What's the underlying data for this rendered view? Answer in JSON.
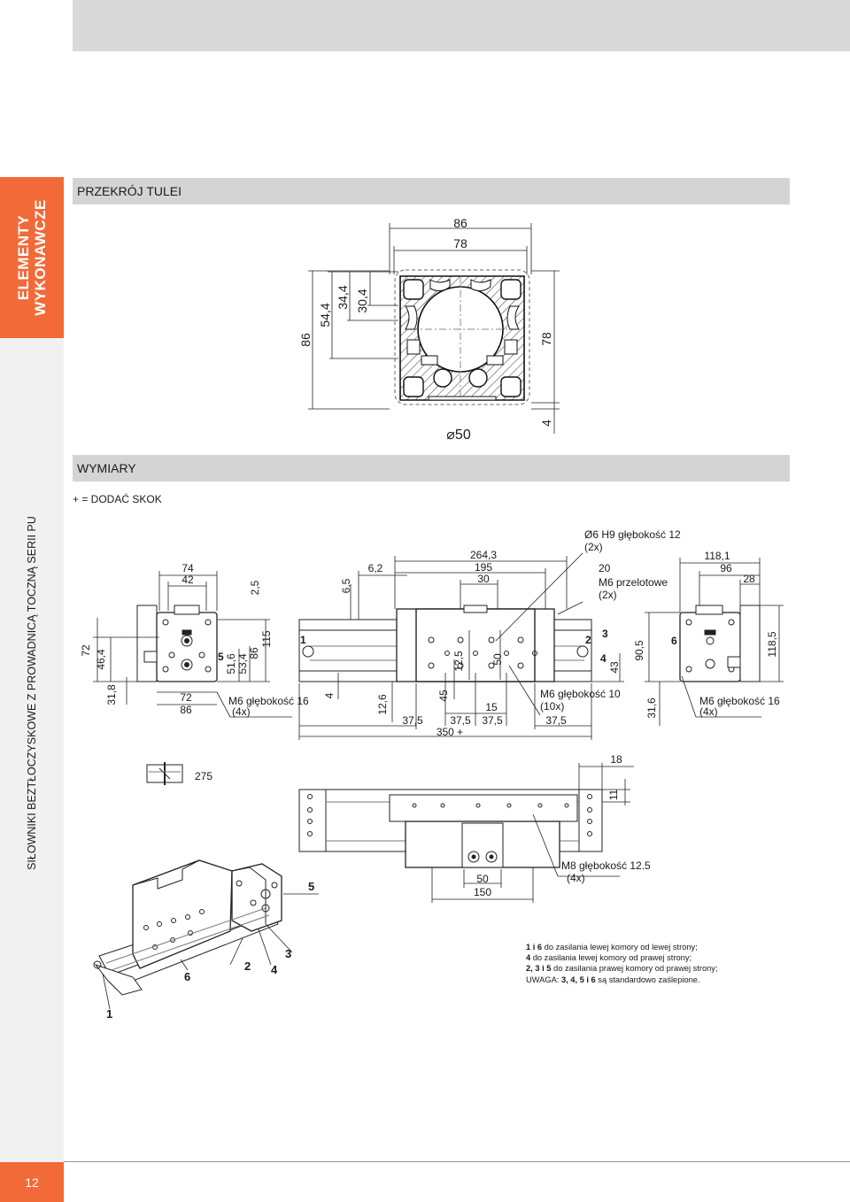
{
  "sidebar": {
    "tab_line1": "ELEMENTY",
    "tab_line2": "WYKONAWCZE",
    "title": "SIŁOWNIKI BEZTŁOCZYSKOWE Z PROWADNICĄ TOCZNĄ SERII PU",
    "page_number": "12"
  },
  "section1": {
    "title": "PRZEKRÓJ TULEI"
  },
  "profile": {
    "dim_86_top": "86",
    "dim_78_top": "78",
    "dim_86_left": "86",
    "dim_54_4": "54,4",
    "dim_34_4": "34,4",
    "dim_30_4": "30,4",
    "dim_78_right": "78",
    "dim_4": "4",
    "dim_dia50": "⌀50"
  },
  "section2": {
    "title": "WYMIARY",
    "note": "+ = DODAĆ SKOK"
  },
  "end_view": {
    "d74": "74",
    "d42": "42",
    "d2_5": "2,5",
    "d72": "72",
    "d46_4": "46,4",
    "d31_8": "31,8",
    "d51_6": "51,6",
    "d53_4": "53,4",
    "d86v": "86",
    "d115": "115",
    "d72b": "72",
    "d86b": "86",
    "port5": "5",
    "thread1": "M6 głębokość 16",
    "thread2": "(4x)"
  },
  "front_view": {
    "d6_5": "6,5",
    "d6_2": "6,2",
    "d264_3": "264,3",
    "d195": "195",
    "d30": "30",
    "hole1": "Ø6 H9 głębokość 12",
    "hole2": "(2x)",
    "d20": "20",
    "mt1": "M6 przelotowe",
    "mt2": "(2x)",
    "d4": "4",
    "d12_6": "12,6",
    "d45": "45",
    "d12_5": "12,5",
    "d50": "50",
    "d43": "43",
    "d15": "15",
    "d37_5a": "37,5",
    "d37_5b": "37,5",
    "d37_5c": "37,5",
    "d37_5d": "37,5",
    "d350": "350 +",
    "m10a": "M6 głębokość 10",
    "m10b": "(10x)",
    "p1": "1",
    "p2": "2",
    "p3": "3",
    "p4": "4"
  },
  "right_view": {
    "d118_1": "118,1",
    "d96": "96",
    "d28": "28",
    "d90_5": "90,5",
    "d118_5": "118,5",
    "d31_6": "31,6",
    "p6": "6",
    "thread1": "M6 głębokość 16",
    "thread2": "(4x)"
  },
  "top_view": {
    "d18": "18",
    "d11": "11",
    "d50": "50",
    "d150": "150",
    "m8a": "M8 głębokość 12.5",
    "m8b": "(4x)",
    "d275": "275"
  },
  "iso_view": {
    "p1": "1",
    "p2": "2",
    "p3": "3",
    "p4": "4",
    "p5": "5",
    "p6": "6"
  },
  "legend": {
    "l1_nums": "1 i 6",
    "l1_text": " do zasilania lewej komory od lewej strony;",
    "l2_nums": "4",
    "l2_text": " do zasilania lewej komory od prawej strony;",
    "l3_nums": "2, 3 i 5",
    "l3_text": " do zasilania prawej komory od prawej strony;",
    "l4_pre": "UWAGA: ",
    "l4_nums": "3, 4, 5 i 6",
    "l4_text": " są standardowo zaślepione."
  }
}
